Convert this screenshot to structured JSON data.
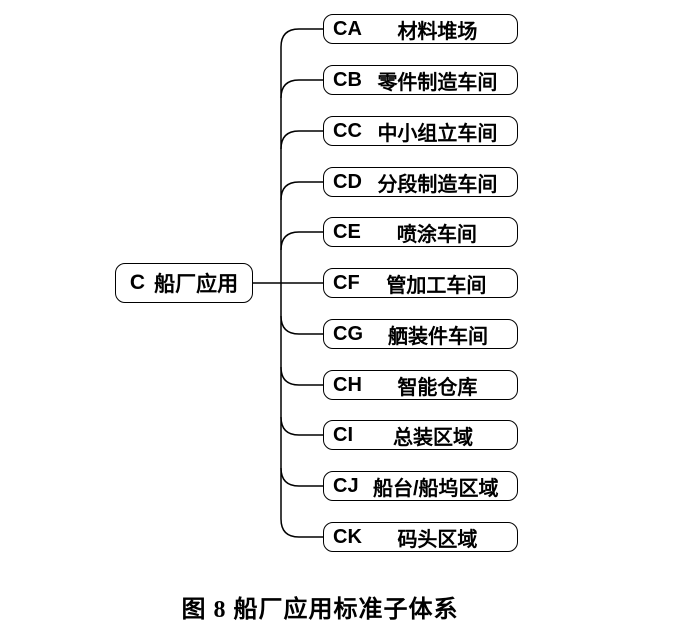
{
  "diagram": {
    "root": {
      "code": "C",
      "name": "船厂应用"
    },
    "children": [
      {
        "code": "CA",
        "name": "材料堆场"
      },
      {
        "code": "CB",
        "name": "零件制造车间"
      },
      {
        "code": "CC",
        "name": "中小组立车间"
      },
      {
        "code": "CD",
        "name": "分段制造车间"
      },
      {
        "code": "CE",
        "name": "喷涂车间"
      },
      {
        "code": "CF",
        "name": "管加工车间"
      },
      {
        "code": "CG",
        "name": "舾装件车间"
      },
      {
        "code": "CH",
        "name": "智能仓库"
      },
      {
        "code": "CI",
        "name": "总装区域"
      },
      {
        "code": "CJ",
        "name": "船台/船坞区域"
      },
      {
        "code": "CK",
        "name": "码头区域"
      }
    ]
  },
  "caption": "图 8 船厂应用标准子体系",
  "colors": {
    "line": "#000000",
    "text": "#000000",
    "background": "#ffffff"
  }
}
